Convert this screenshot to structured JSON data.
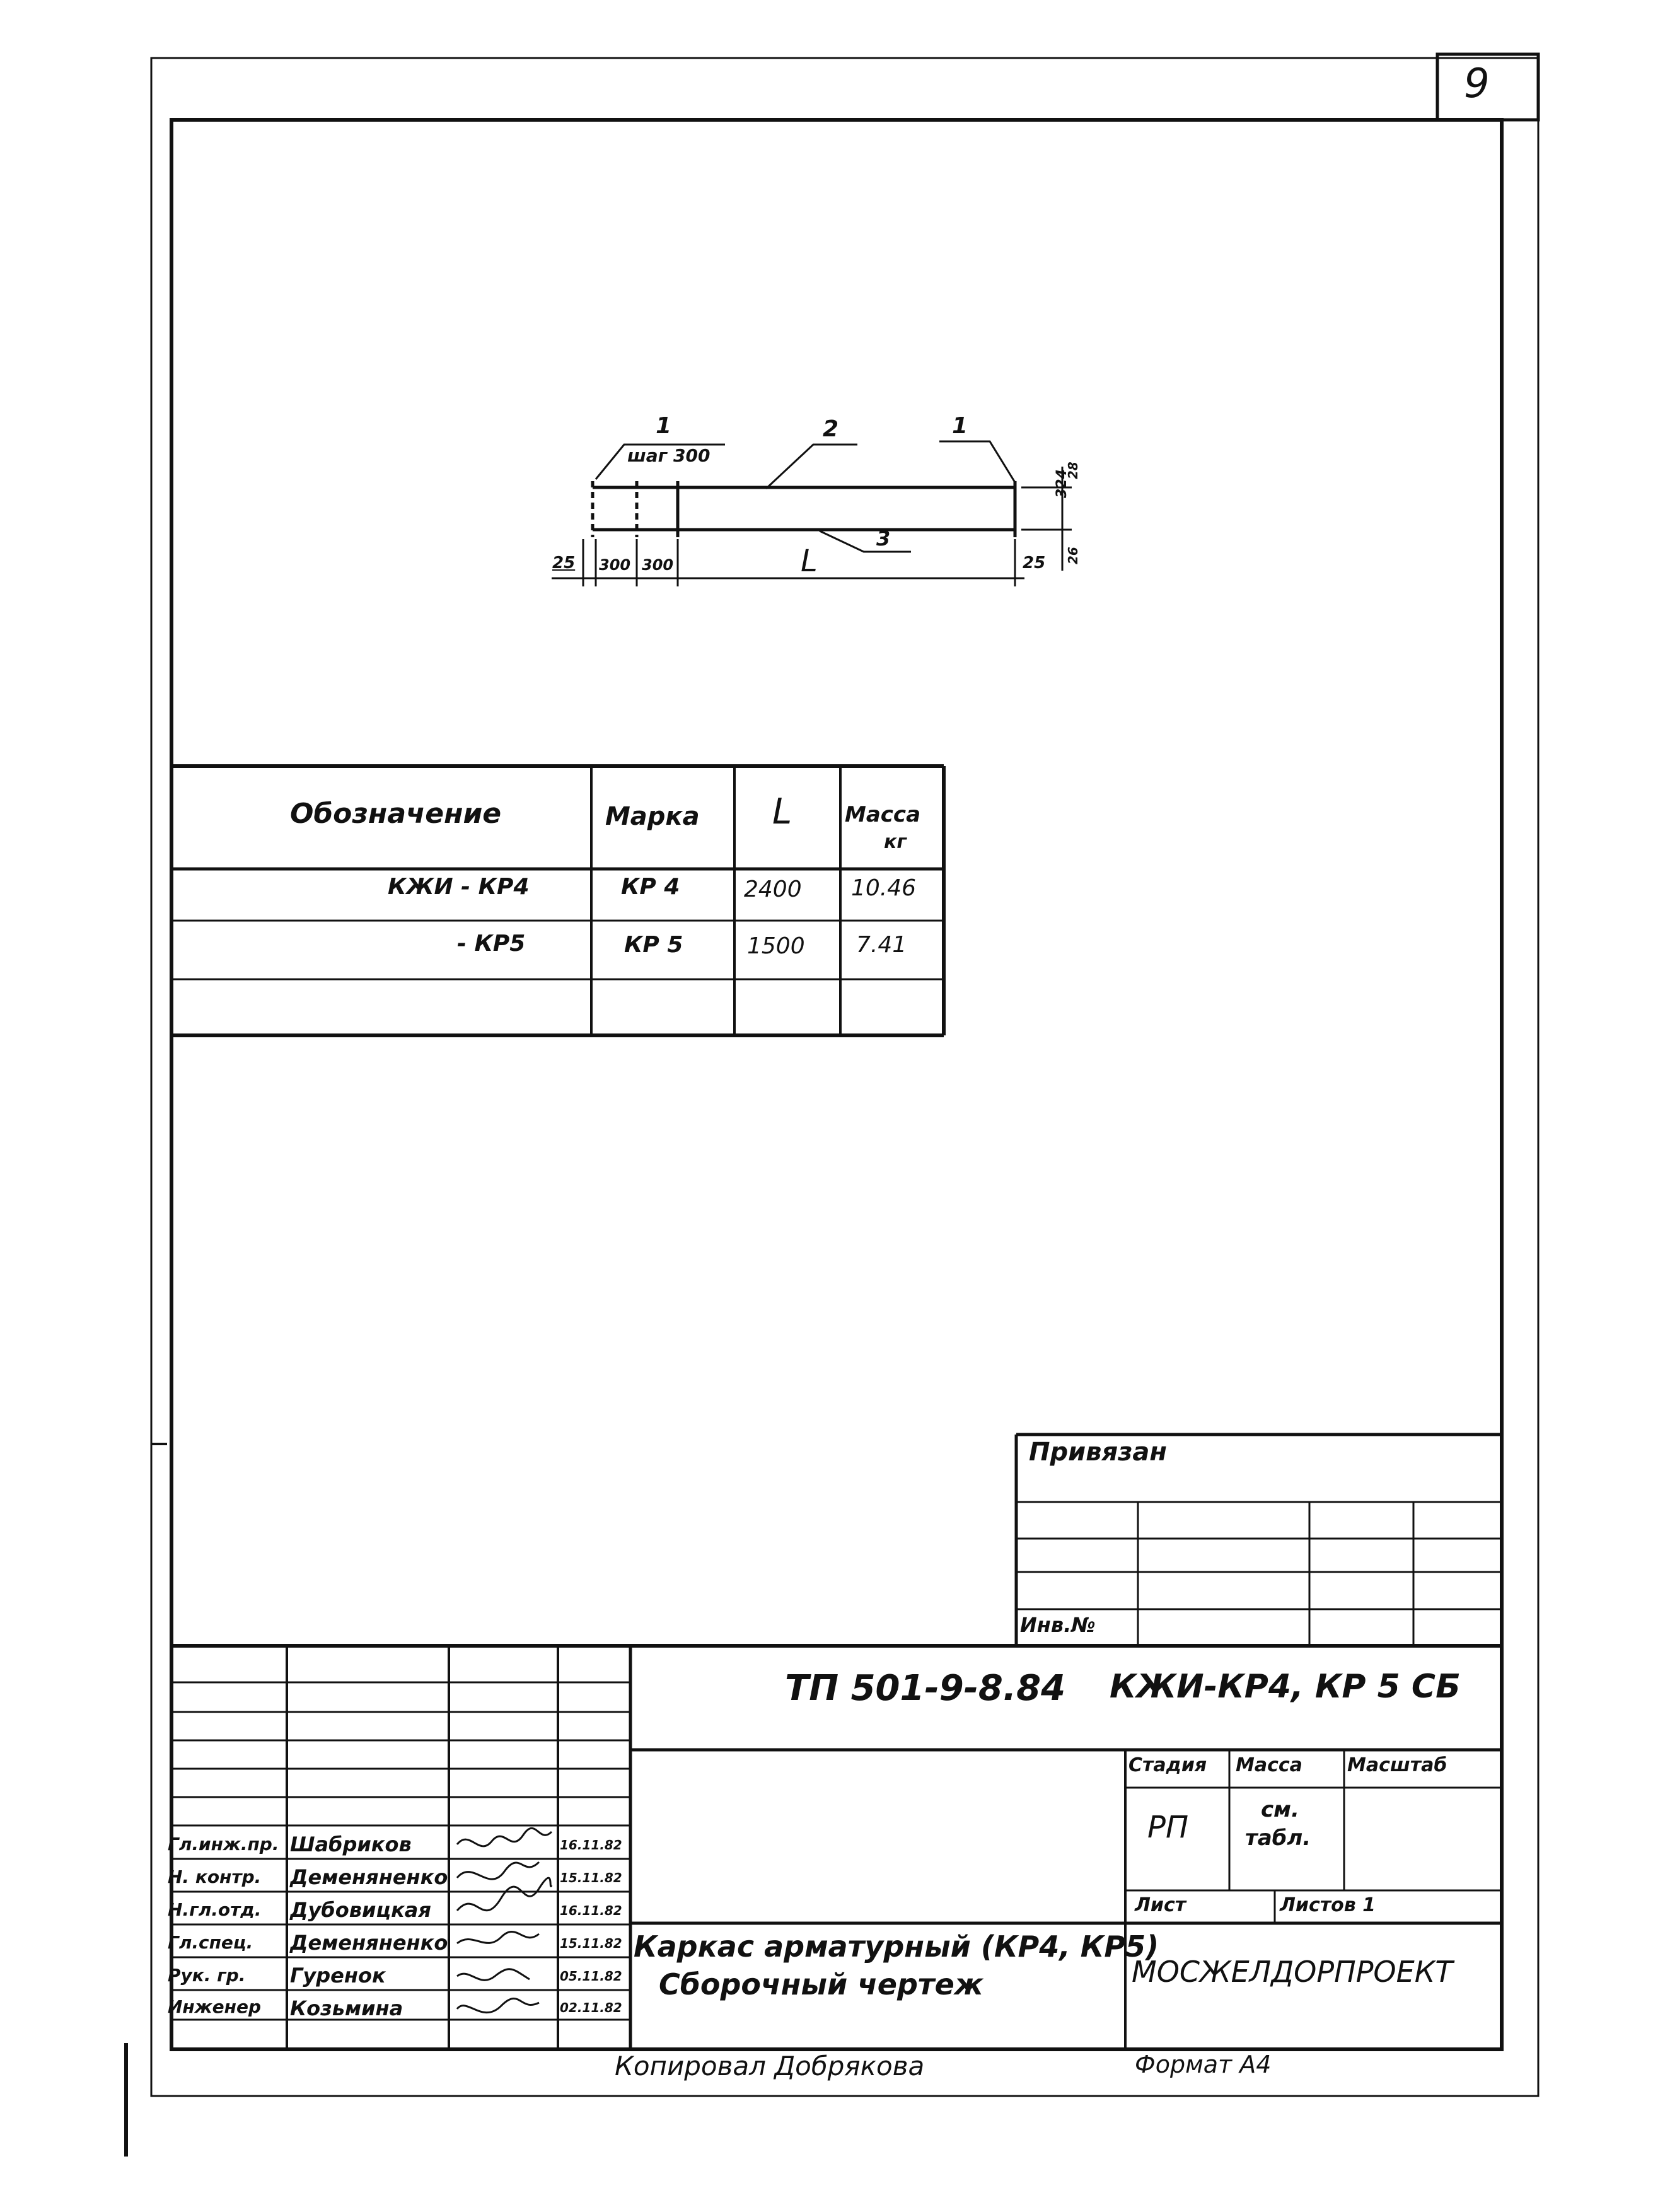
{
  "sheet": {
    "number": "9"
  },
  "drawing": {
    "callouts": [
      "1",
      "2",
      "1",
      "3"
    ],
    "pitch_label": "шаг 300",
    "dims": {
      "left_end": "25",
      "first_span": "300",
      "second_span": "300",
      "length": "L",
      "right_end": "25",
      "height": "324",
      "top_cover": "28",
      "bottom_cover": "26"
    }
  },
  "spec_table": {
    "headers": [
      "Обозначение",
      "Марка",
      "L",
      "Масса",
      "кг"
    ],
    "rows": [
      {
        "designation": "КЖИ - КР4",
        "mark": "КР 4",
        "length": "2400",
        "mass": "10.46"
      },
      {
        "designation": "- КР5",
        "mark": "КР 5",
        "length": "1500",
        "mass": "7.41"
      }
    ]
  },
  "privyazan": {
    "title": "Привязан",
    "inv_label": "Инв.№"
  },
  "title_block": {
    "code": "ТП 501-9-8.84",
    "mark": "КЖИ-КР4, КР 5 СБ",
    "stage_header": "Стадия",
    "mass_header": "Масса",
    "scale_header": "Масштаб",
    "stage_value": "РП",
    "mass_value_1": "см.",
    "mass_value_2": "табл.",
    "sheet_label": "Лист",
    "sheets_label": "Листов 1",
    "name_line1": "Каркас арматурный (КР4, КР5)",
    "name_line2": "Сборочный чертеж",
    "organization": "МОСЖЕЛДОРПРОЕКТ",
    "signatures": [
      {
        "role": "Гл.инж.пр.",
        "name": "Шабриков",
        "date": "16.11.82"
      },
      {
        "role": "Н. контр.",
        "name": "Деменяненко",
        "date": "15.11.82"
      },
      {
        "role": "Н.гл.отд.",
        "name": "Дубовицкая",
        "date": "16.11.82"
      },
      {
        "role": "Гл.спец.",
        "name": "Деменяненко",
        "date": "15.11.82"
      },
      {
        "role": "Рук. гр.",
        "name": "Гуренок",
        "date": "05.11.82"
      },
      {
        "role": "Инженер",
        "name": "Козьмина",
        "date": "02.11.82"
      }
    ]
  },
  "footer": {
    "copied": "Копировал Добрякова",
    "format": "Формат А4"
  }
}
